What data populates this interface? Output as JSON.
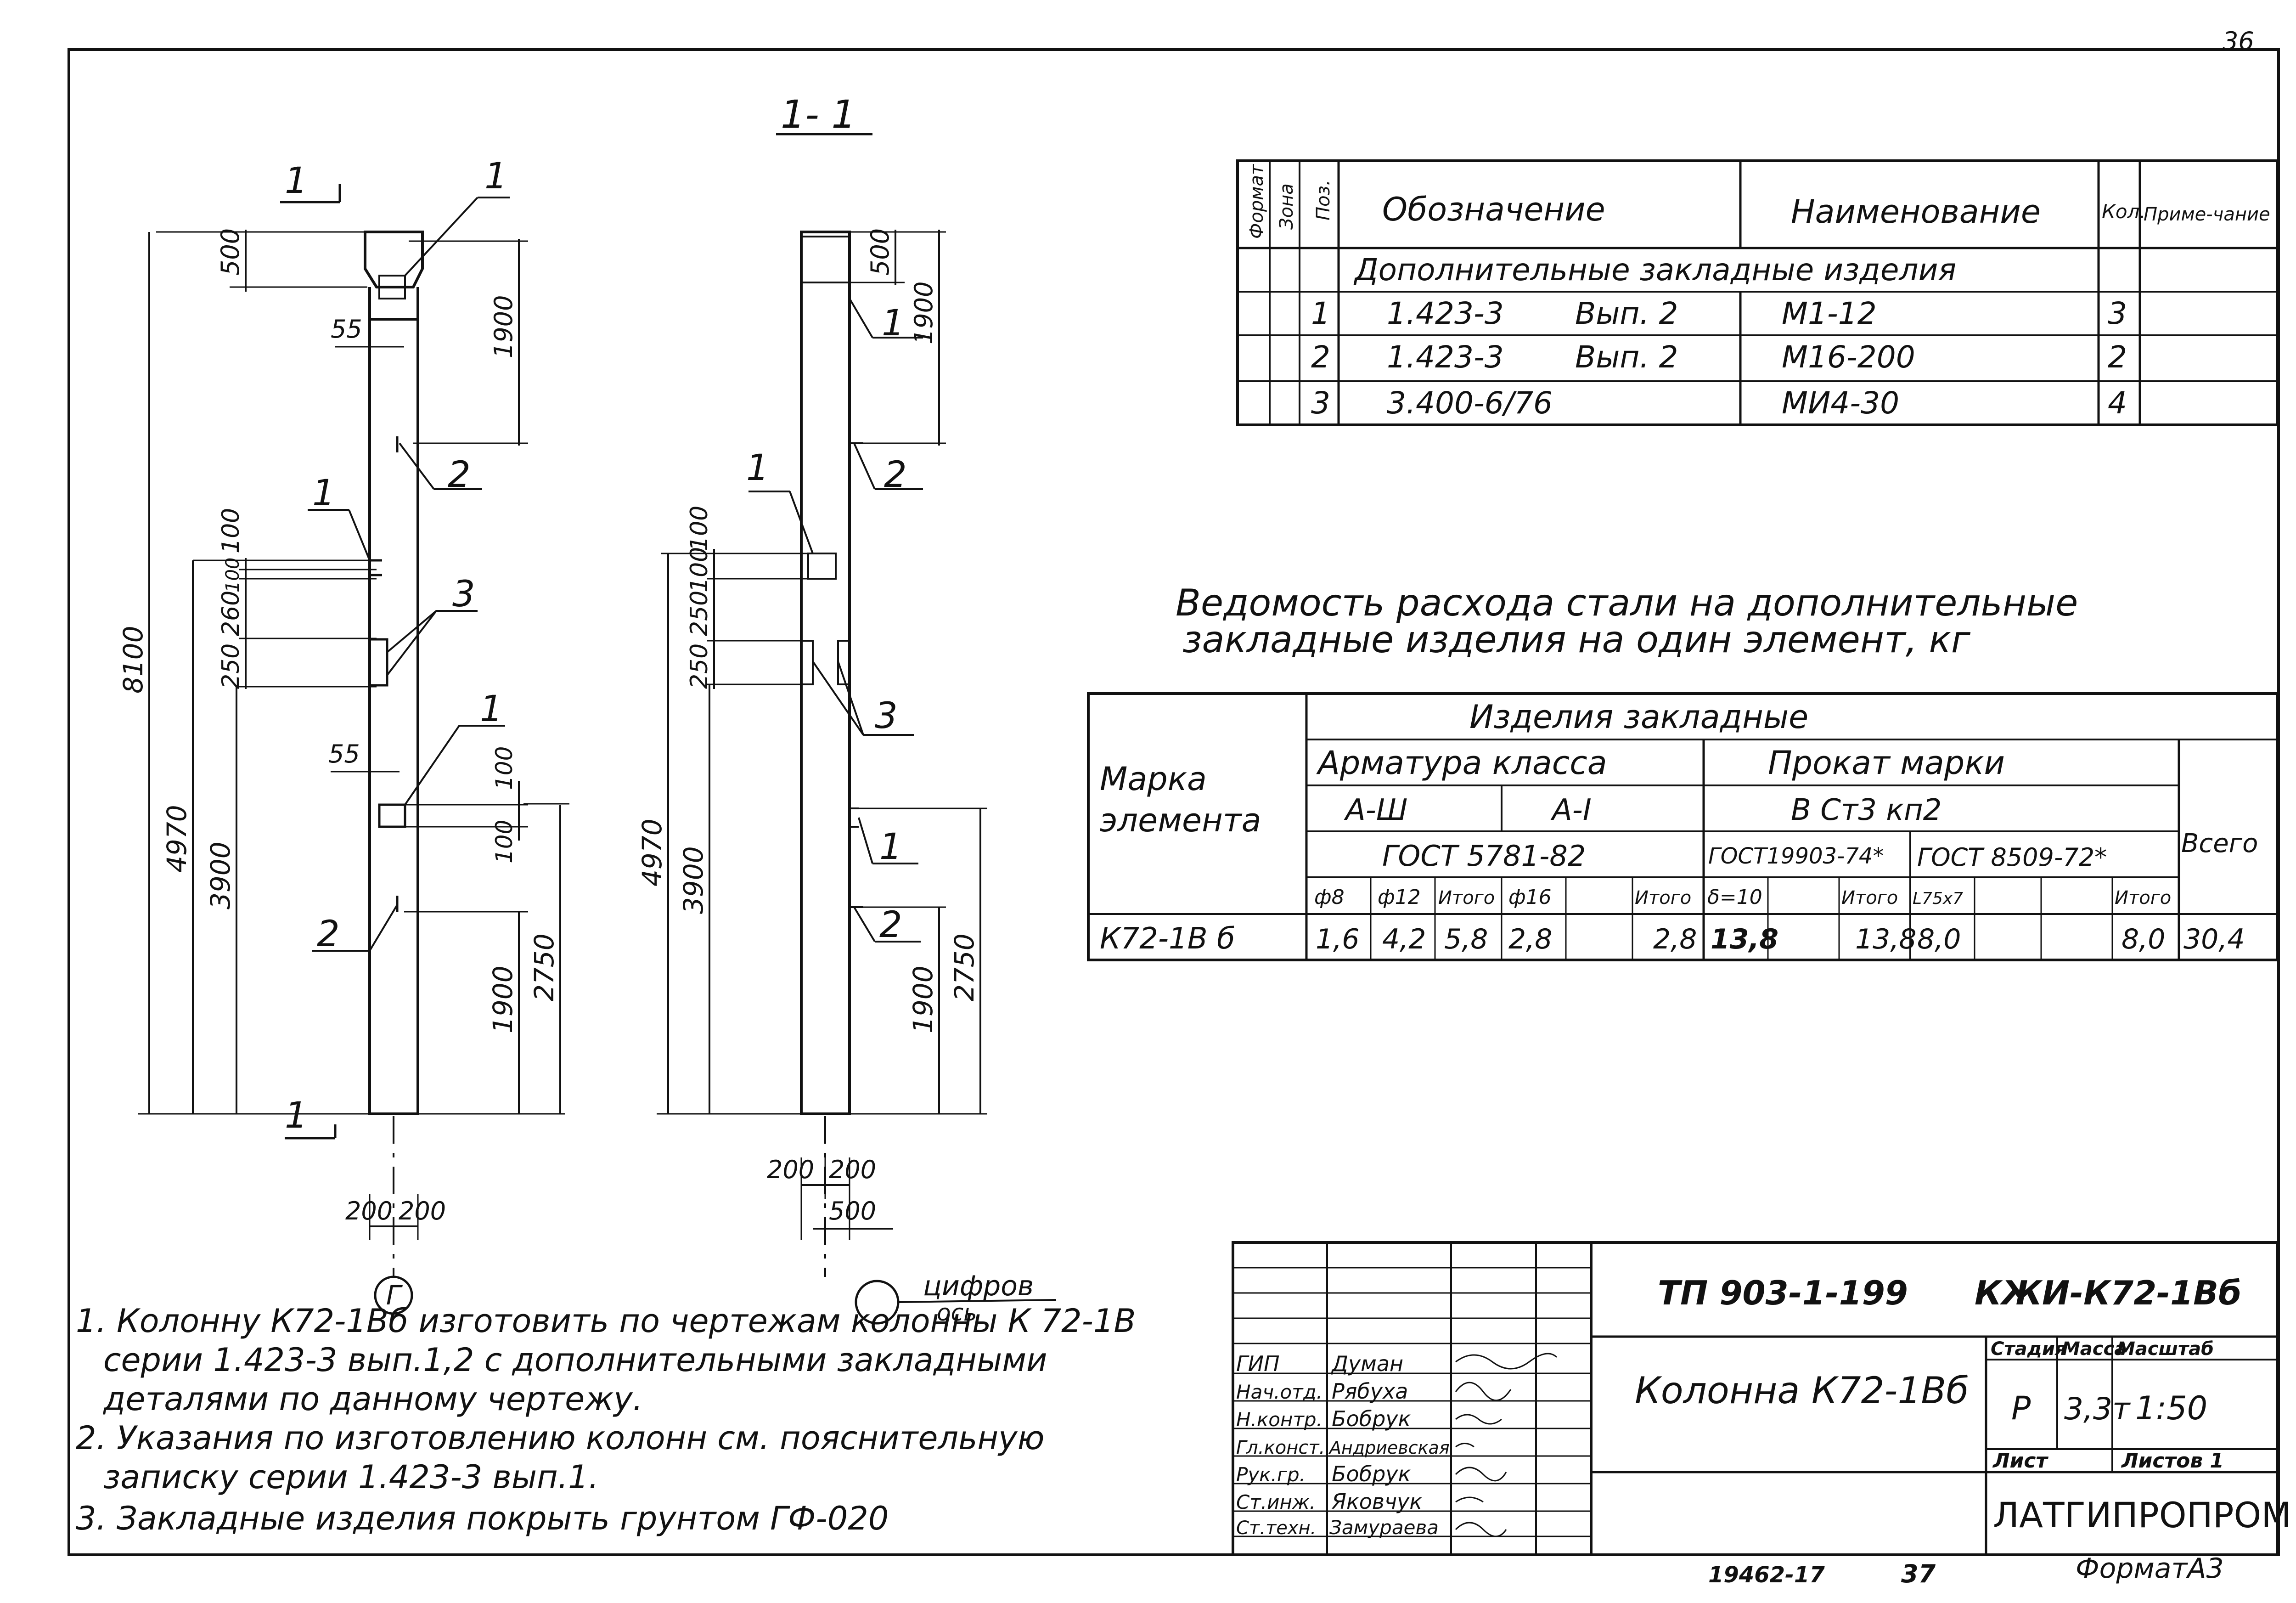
{
  "sheet": {
    "page_number": "36",
    "section_label": "1- 1",
    "bottom_number_left": "19462-17",
    "bottom_number_right": "37",
    "format_label": "ФорматА3"
  },
  "drawing": {
    "cut_marker": "1",
    "axis_label": "Г",
    "axis_note": "цифров ось",
    "leader_labels": [
      "1",
      "2",
      "3"
    ],
    "dims_left": {
      "d500": "500",
      "d1900_top": "1900",
      "d55_top": "55",
      "d100_a": "100",
      "d100_b": "100",
      "d260": "260",
      "d250": "250",
      "d8100": "8100",
      "d4970": "4970",
      "d3900": "3900",
      "d55_bot": "55",
      "d100_c": "100",
      "d100_d": "100",
      "d1900_bot": "1900",
      "d2750": "2750",
      "d200_a": "200",
      "d200_b": "200"
    },
    "dims_right": {
      "d500": "500",
      "d1900_top": "1900",
      "d100_a": "100",
      "d100_b": "100",
      "d250_a": "250",
      "d250_b": "250",
      "d4970": "4970",
      "d3900": "3900",
      "d1900_bot": "1900",
      "d2750": "2750",
      "d200_a": "200",
      "d200_b": "200",
      "d500_bot": "500"
    }
  },
  "spec_table": {
    "headers": [
      "Формат",
      "Зона",
      "Поз.",
      "Обозначение",
      "Наименование",
      "Кол.",
      "Приме-чание"
    ],
    "section_title": "Дополнительные закладные изделия",
    "rows": [
      {
        "pos": "1",
        "designation": "1.423-3",
        "issue": "Вып. 2",
        "name": "М1-12",
        "qty": "3"
      },
      {
        "pos": "2",
        "designation": "1.423-3",
        "issue": "Вып. 2",
        "name": "М16-200",
        "qty": "2"
      },
      {
        "pos": "3",
        "designation": "3.400-6/76",
        "issue": "",
        "name": "МИ4-30",
        "qty": "4"
      }
    ]
  },
  "steel_title": {
    "line1": "Ведомость расхода стали на дополнительные",
    "line2": "закладные изделия на один элемент, кг"
  },
  "steel_table": {
    "mark_header": "Марка элемента",
    "products": "Изделия закладные",
    "rebar_class": "Арматура класса",
    "rolled_grade": "Прокат марки",
    "total": "Всего",
    "a3": "А-Ш",
    "a1": "А-I",
    "vst3": "В Ст3 кп2",
    "gost_rebar": "ГОСТ 5781-82",
    "gost_rolled1": "ГОСТ19903-74*",
    "gost_rolled2": "ГОСТ 8509-72*",
    "subheaders": [
      "ф8",
      "ф12",
      "Итого",
      "ф16",
      "",
      "Итого",
      "δ=10",
      "",
      "Итого",
      "L75х7",
      "",
      "",
      "Итого"
    ],
    "row": {
      "mark": "К72-1В б",
      "values": [
        "1,6",
        "4,2",
        "5,8",
        "2,8",
        "",
        "2,8",
        "13,8",
        "",
        "13,8",
        "8,0",
        "",
        "",
        "8,0"
      ],
      "total": "30,4"
    }
  },
  "notes": [
    "1. Колонну К72-1Вб изготовить по чертежам колонны К 72-1В",
    "серии 1.423-3 вып.1,2 с дополнительными закладными",
    "деталями по данному чертежу.",
    "2. Указания по изготовлению колонн см. пояснительную",
    "записку серии 1.423-3 вып.1.",
    "3. Закладные изделия покрыть грунтом ГФ-020"
  ],
  "title_block": {
    "project_code": "ТП 903-1-199",
    "doc_code": "КЖИ-К72-1Вб",
    "title": "Колонна К72-1Вб",
    "stage_label": "Стадия",
    "mass_label": "Масса",
    "scale_label": "Масштаб",
    "stage": "Р",
    "mass": "3,3т",
    "scale": "1:50",
    "sheet_label": "Лист",
    "sheets_label": "Листов 1",
    "organization": "ЛАТГИПРОПРОМ",
    "signatures": [
      {
        "role": "ГИП",
        "name": "Думан"
      },
      {
        "role": "Нач.отд.",
        "name": "Рябуха"
      },
      {
        "role": "Н.контр.",
        "name": "Бобрук"
      },
      {
        "role": "Гл.конст.",
        "name": "Андриевская"
      },
      {
        "role": "Рук.гр.",
        "name": "Бобрук"
      },
      {
        "role": "Ст.инж.",
        "name": "Яковчук"
      },
      {
        "role": "Ст.техн.",
        "name": "Замураева"
      }
    ]
  }
}
